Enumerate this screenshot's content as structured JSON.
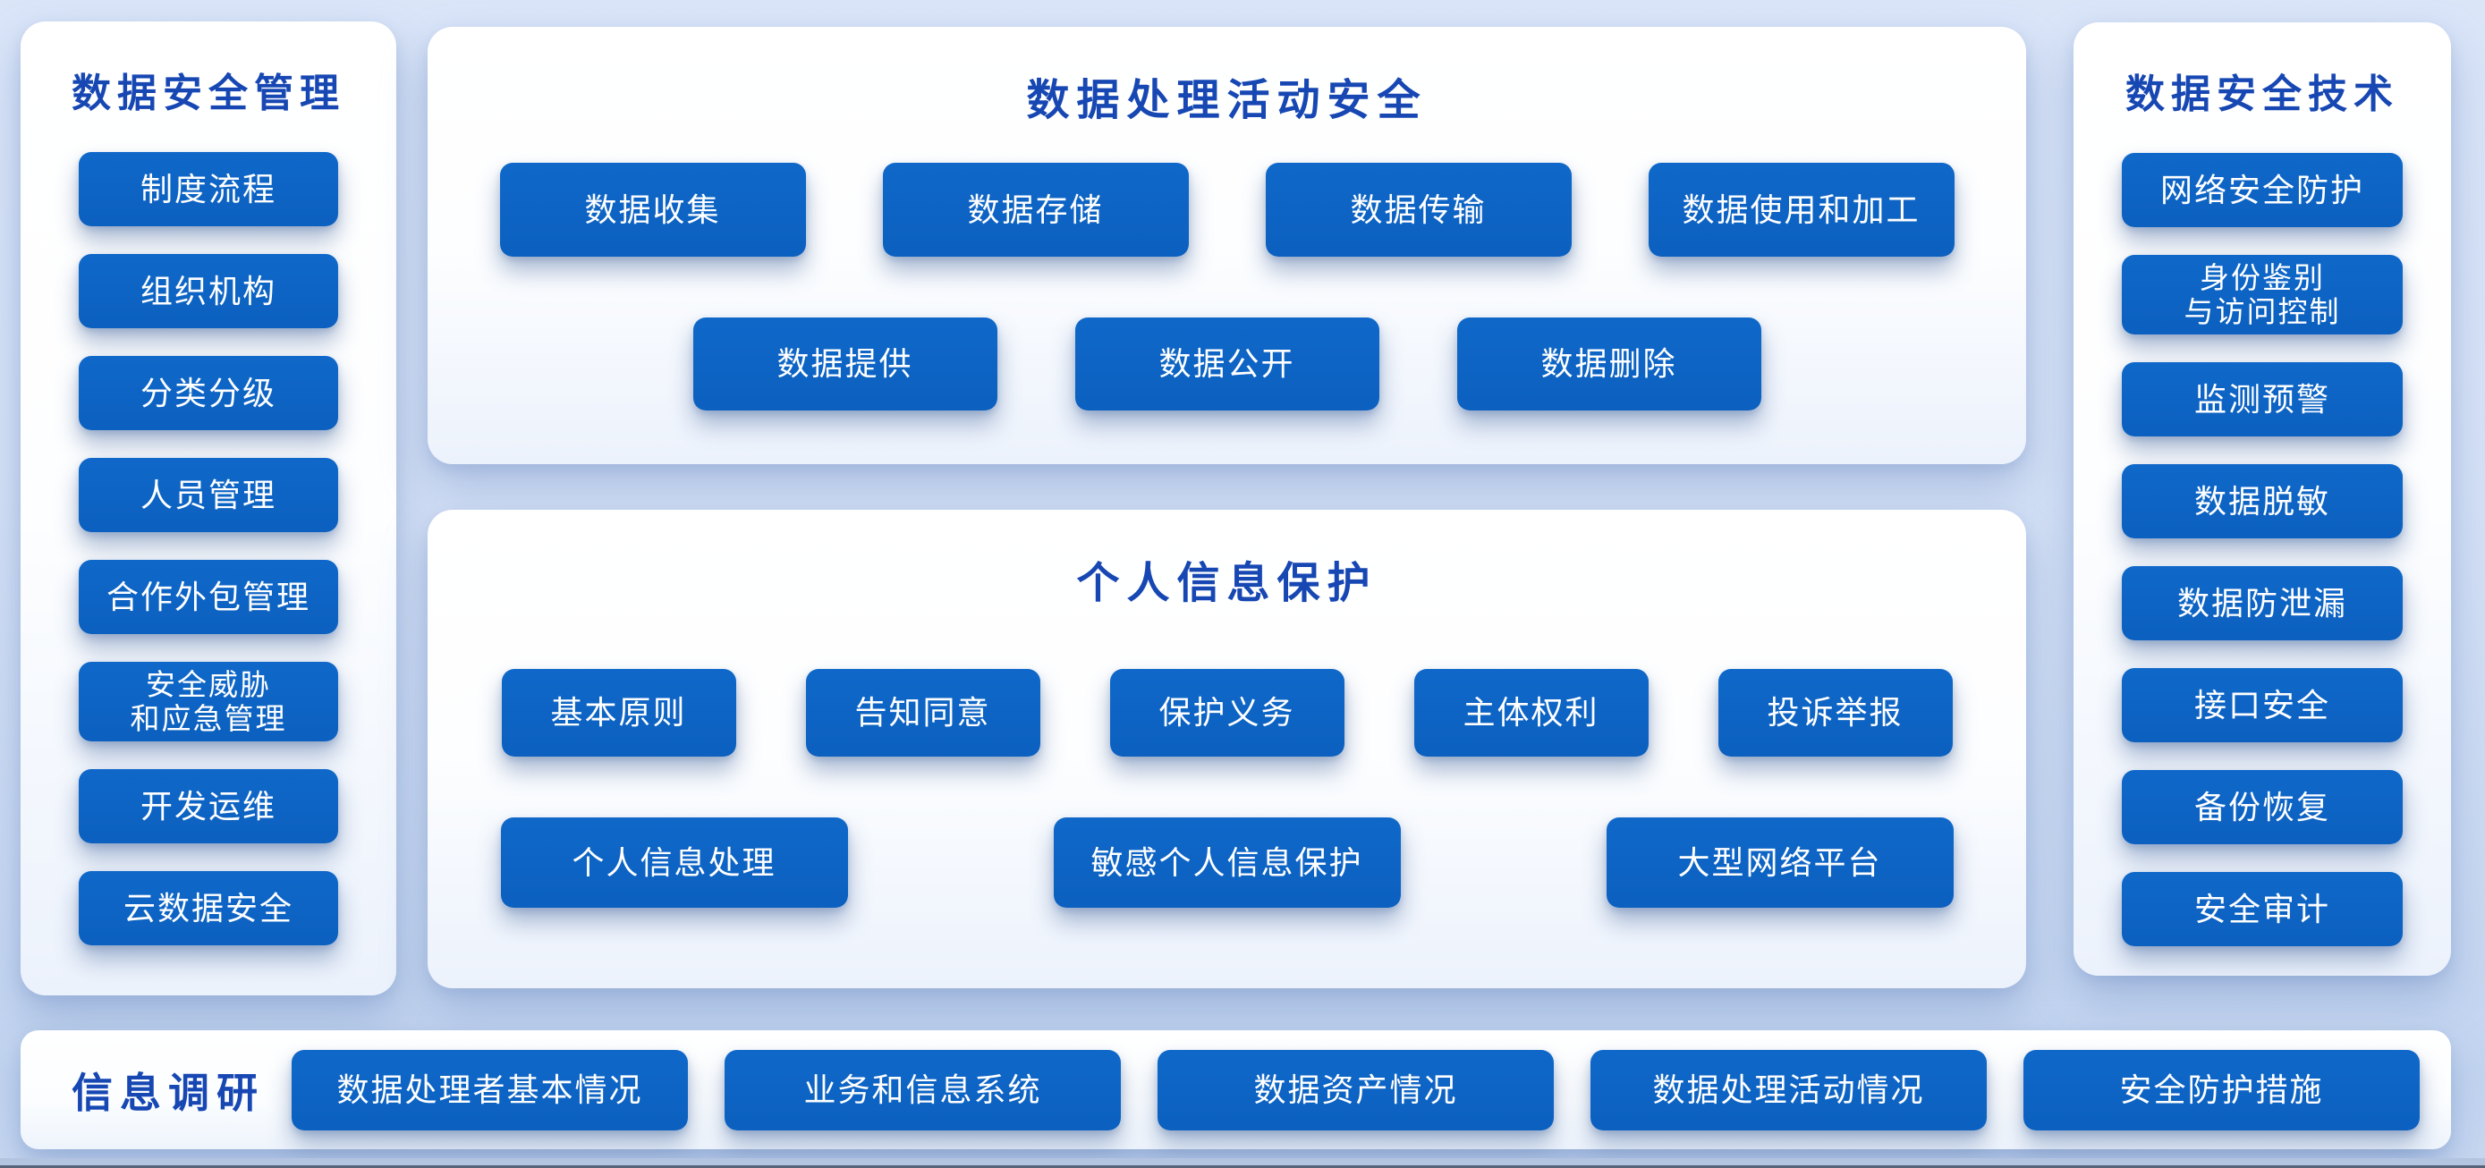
{
  "colors": {
    "node_blue": "#0d64c4",
    "title_blue": "#1747b3",
    "node_text": "#ffffff",
    "page_bg": "#cfdef5",
    "panel_bg": "#ffffff"
  },
  "panels": {
    "management": {
      "title": "数据安全管理",
      "items": [
        "制度流程",
        "组织机构",
        "分类分级",
        "人员管理",
        "合作外包管理",
        "安全威胁\n和应急管理",
        "开发运维",
        "云数据安全"
      ]
    },
    "processing": {
      "title": "数据处理活动安全",
      "rows": [
        [
          "数据收集",
          "数据存储",
          "数据传输",
          "数据使用和加工"
        ],
        [
          "数据提供",
          "数据公开",
          "数据删除"
        ]
      ]
    },
    "personal": {
      "title": "个人信息保护",
      "rows": [
        [
          "基本原则",
          "告知同意",
          "保护义务",
          "主体权利",
          "投诉举报"
        ],
        [
          "个人信息处理",
          "敏感个人信息保护",
          "大型网络平台"
        ]
      ]
    },
    "technology": {
      "title": "数据安全技术",
      "items": [
        "网络安全防护",
        "身份鉴别\n与访问控制",
        "监测预警",
        "数据脱敏",
        "数据防泄漏",
        "接口安全",
        "备份恢复",
        "安全审计"
      ]
    },
    "survey": {
      "label": "信息调研",
      "items": [
        "数据处理者基本情况",
        "业务和信息系统",
        "数据资产情况",
        "数据处理活动情况",
        "安全防护措施"
      ]
    }
  }
}
